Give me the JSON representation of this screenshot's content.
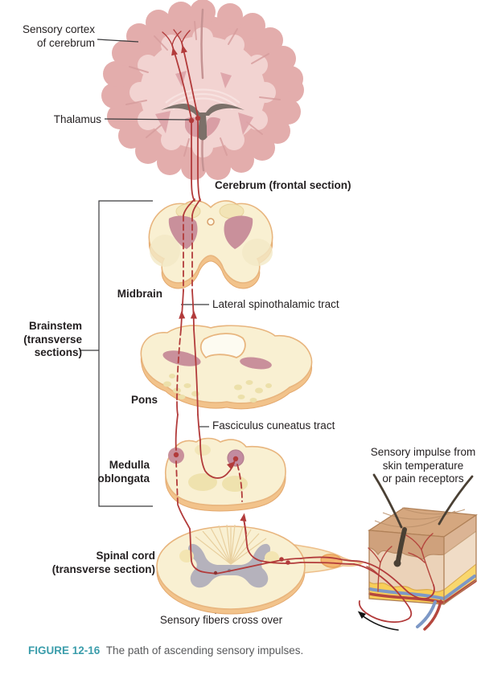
{
  "figure_caption": {
    "number": "FIGURE 12-16",
    "text": "The path of ascending sensory impulses."
  },
  "labels": {
    "sensory_cortex": {
      "lines": [
        "Sensory cortex",
        "of cerebrum"
      ]
    },
    "thalamus": {
      "text": "Thalamus"
    },
    "cerebrum": {
      "text": "Cerebrum (frontal section)"
    },
    "midbrain": {
      "text": "Midbrain"
    },
    "brainstem": {
      "lines": [
        "Brainstem",
        "(transverse",
        "sections)"
      ]
    },
    "pons": {
      "text": "Pons"
    },
    "lateral_spinothalamic_tract": {
      "text": "Lateral spinothalamic tract"
    },
    "fasciculus_cuneatus_tract": {
      "text": "Fasciculus cuneatus tract"
    },
    "medulla_oblongata": {
      "lines": [
        "Medulla",
        "oblongata"
      ]
    },
    "spinal_cord": {
      "lines": [
        "Spinal cord",
        "(transverse section)"
      ]
    },
    "sensory_fibers_cross_over": {
      "text": "Sensory fibers cross over"
    },
    "sensory_impulse": {
      "lines": [
        "Sensory impulse from",
        "skin temperature",
        "or pain receptors"
      ]
    }
  },
  "colors": {
    "pathway_red": "#b23b3b",
    "figure_number_teal": "#3b9dab",
    "caption_gray": "#58595b",
    "label_text": "#231f20",
    "section_cream": "#f9f0d2",
    "section_rim": "#f2c38b",
    "section_outline": "#e8b57e",
    "mauve_nucleus": "#c9909b",
    "brain_cortex_pink": "#e3adac",
    "brain_inner_pink": "#f2d3d1",
    "gray_matter": "#b5b2bc",
    "skin_fat_yellow": "#f8ce58",
    "vessel_blue": "#7d98c6",
    "vessel_red": "#b5473e"
  }
}
